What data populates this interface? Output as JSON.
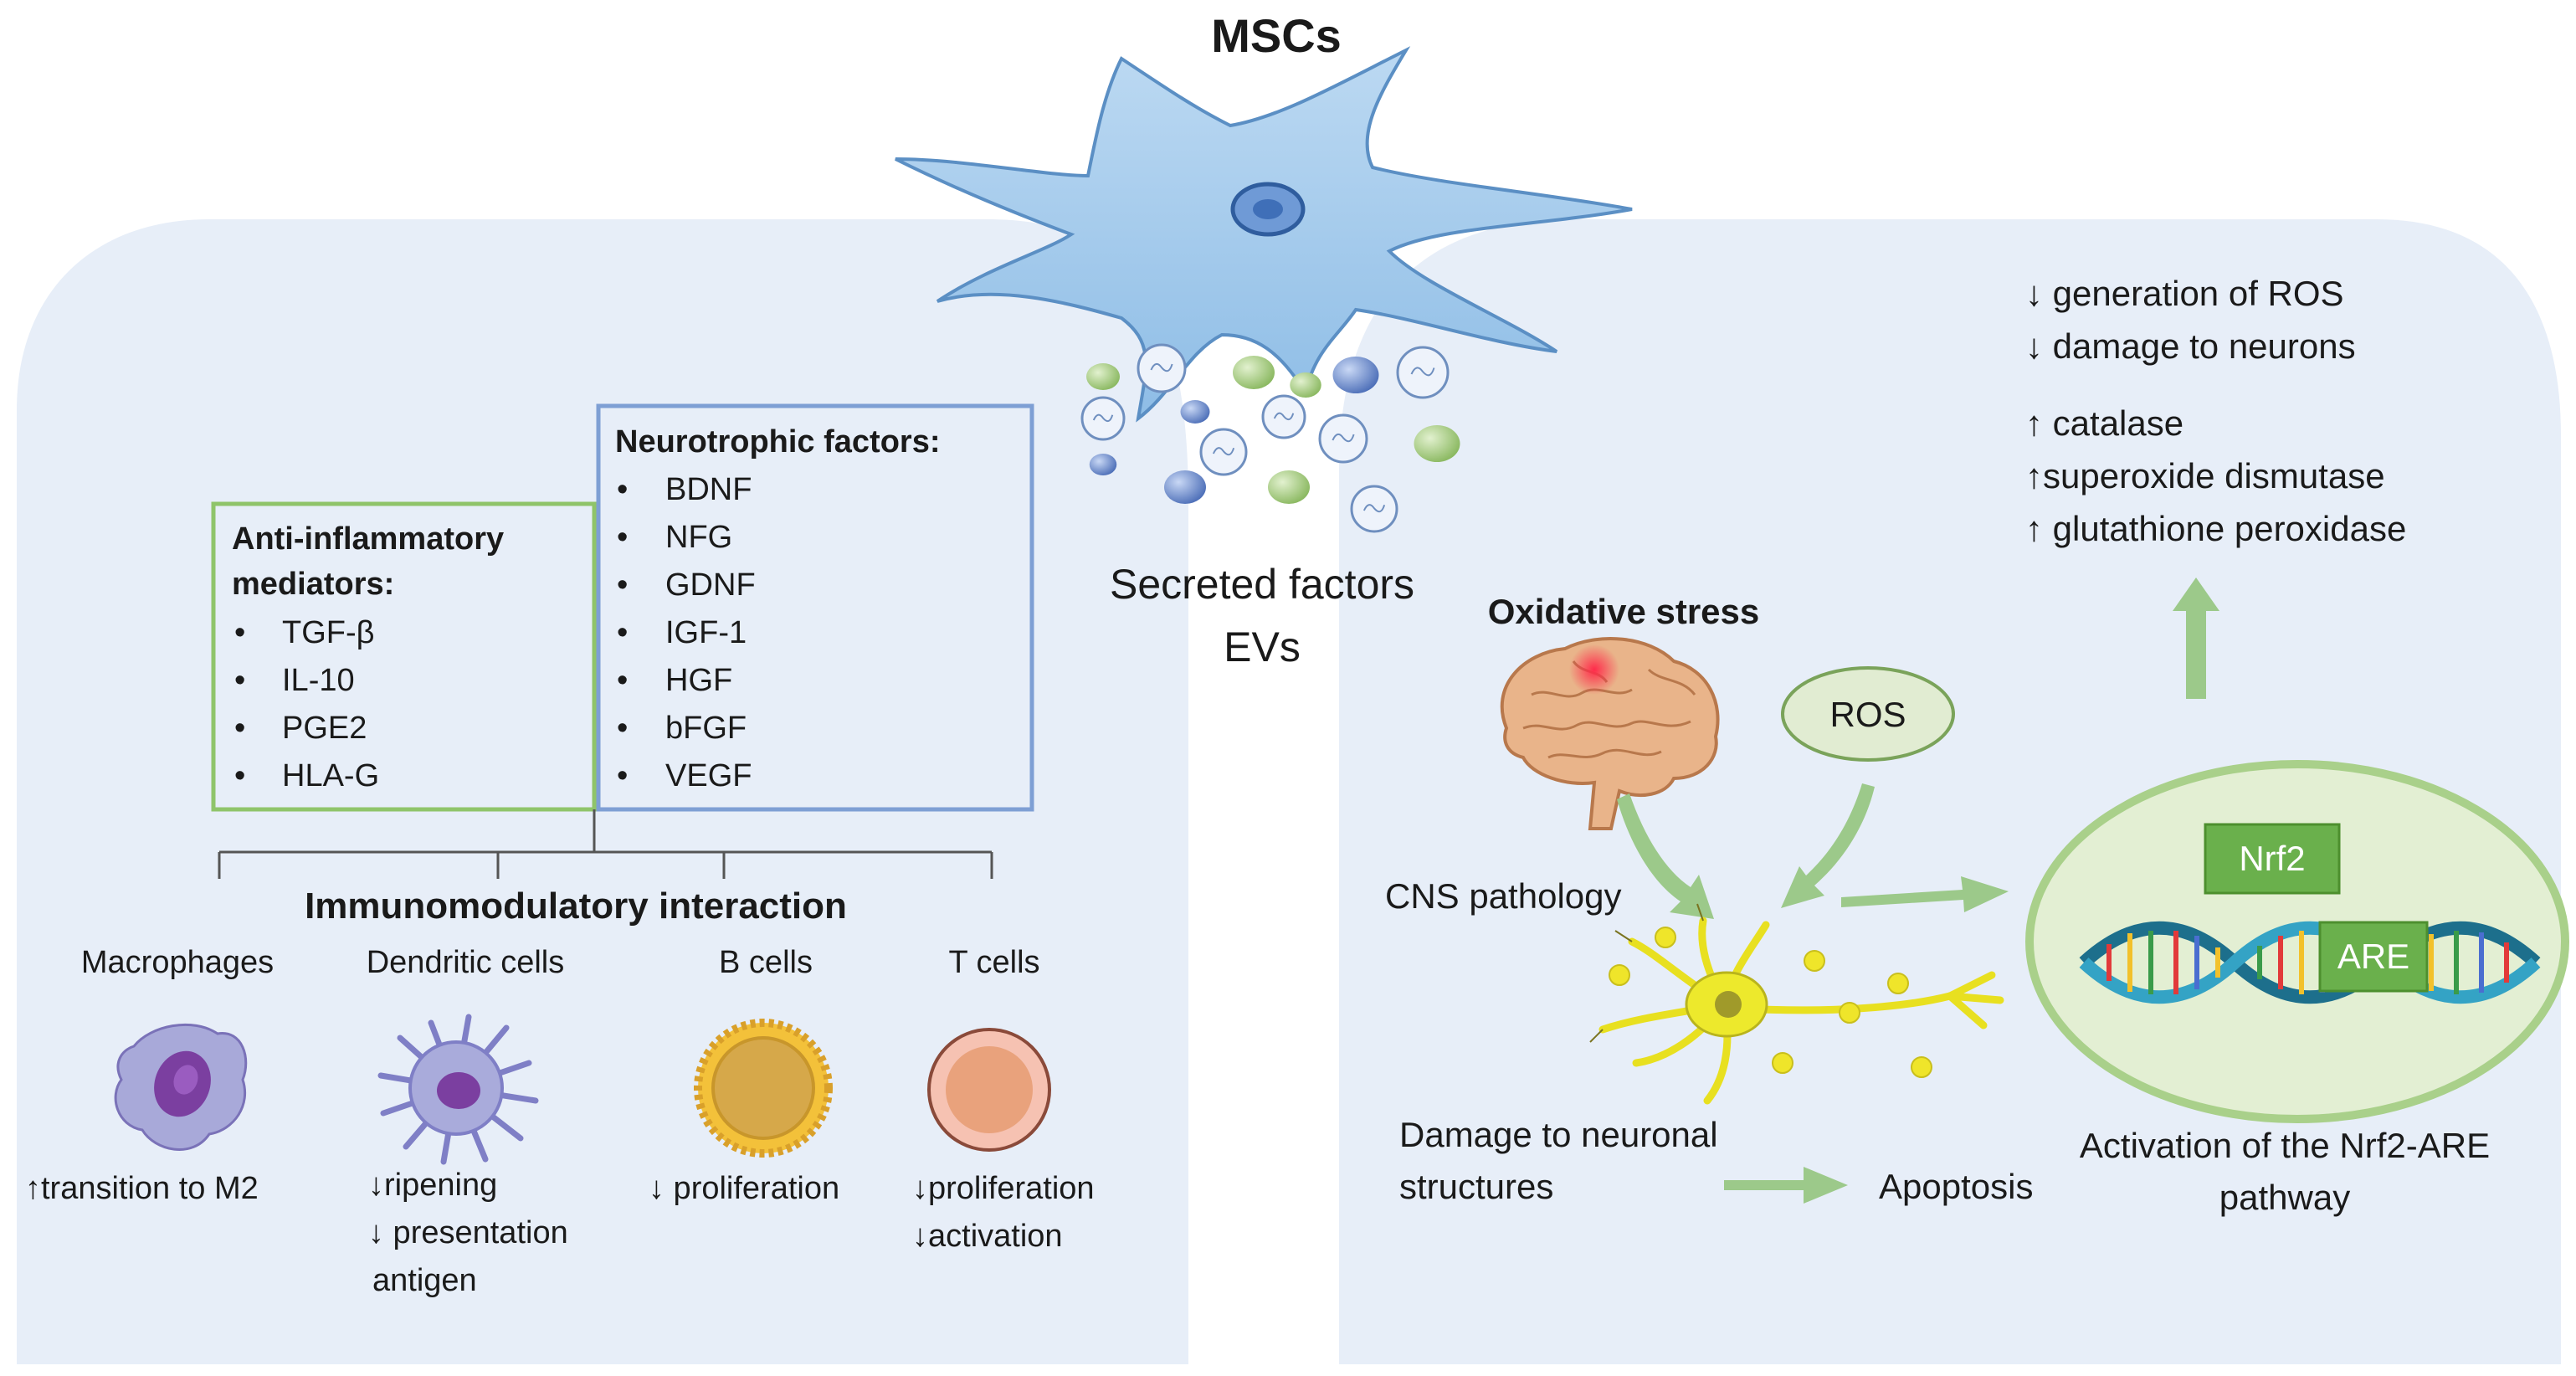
{
  "title": "MSCs",
  "secreted": [
    "Secreted factors",
    "EVs"
  ],
  "colors": {
    "panel": "#e7eef8",
    "green_box": "#8fc46a",
    "blue_box": "#7e9fd4",
    "arrow_green": "#9cc98a",
    "nrf2_fill": "#6ab04c",
    "ros_fill": "#e1ecd2",
    "nucleus_fill": "#e3efd3"
  },
  "anti_inflammatory": {
    "title_line1": "Anti-inflammatory",
    "title_line2": "mediators:",
    "items": [
      "TGF-β",
      "IL-10",
      "PGE2",
      "HLA-G"
    ]
  },
  "neurotrophic": {
    "title": "Neurotrophic factors:",
    "items": [
      "BDNF",
      "NFG",
      "GDNF",
      "IGF-1",
      "HGF",
      "bFGF",
      "VEGF"
    ]
  },
  "bullet": "•",
  "immuno": {
    "title": "Immunomodulatory interaction",
    "cells": [
      {
        "name": "Macrophages",
        "effects": [
          "↑transition to M2"
        ]
      },
      {
        "name": "Dendritic cells",
        "effects": [
          "↓ripening",
          "↓ presentation",
          "antigen"
        ]
      },
      {
        "name": "B cells",
        "effects": [
          "↓ proliferation"
        ]
      },
      {
        "name": "T cells",
        "effects": [
          "↓proliferation",
          "↓activation"
        ]
      }
    ]
  },
  "effects_top": {
    "down": [
      "↓ generation of ROS",
      "↓ damage to neurons"
    ],
    "up": [
      "↑ catalase",
      "↑superoxide dismutase",
      "↑ glutathione peroxidase"
    ]
  },
  "oxidative": {
    "title": "Oxidative stress",
    "ros": "ROS",
    "cns": "CNS pathology",
    "damage": [
      "Damage to neuronal",
      "structures"
    ],
    "apoptosis": "Apoptosis",
    "nrf2": "Nrf2",
    "are": "ARE",
    "activation": [
      "Activation of the Nrf2-ARE",
      "pathway"
    ]
  }
}
